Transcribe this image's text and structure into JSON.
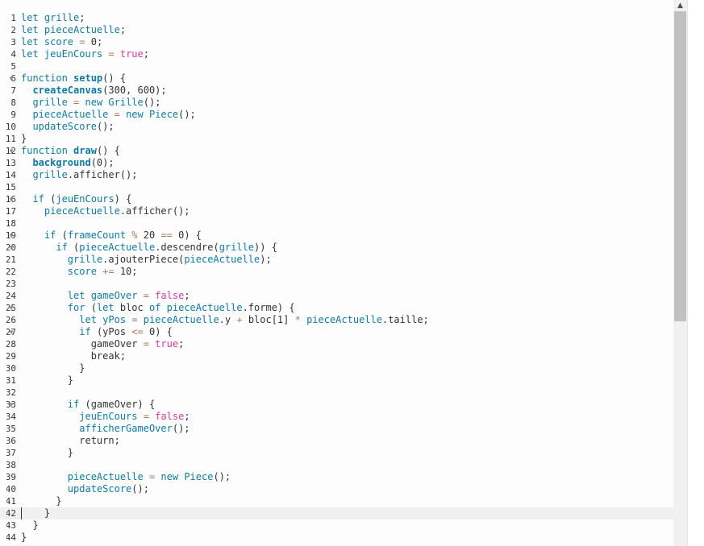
{
  "editor": {
    "lines": [
      {
        "n": "1",
        "fold": false,
        "tokens": [
          [
            "kw",
            "let "
          ],
          [
            "vr",
            "grille"
          ],
          [
            "pl",
            ";"
          ]
        ]
      },
      {
        "n": "2",
        "fold": false,
        "tokens": [
          [
            "kw",
            "let "
          ],
          [
            "vr",
            "pieceActuelle"
          ],
          [
            "pl",
            ";"
          ]
        ]
      },
      {
        "n": "3",
        "fold": false,
        "tokens": [
          [
            "kw",
            "let "
          ],
          [
            "vr",
            "score"
          ],
          [
            "op",
            " = "
          ],
          [
            "nm",
            "0"
          ],
          [
            "pl",
            ";"
          ]
        ]
      },
      {
        "n": "4",
        "fold": false,
        "tokens": [
          [
            "kw",
            "let "
          ],
          [
            "vr",
            "jeuEnCours"
          ],
          [
            "op",
            " = "
          ],
          [
            "bool",
            "true"
          ],
          [
            "pl",
            ";"
          ]
        ]
      },
      {
        "n": "5",
        "fold": false,
        "tokens": []
      },
      {
        "n": "6",
        "fold": true,
        "tokens": [
          [
            "kw",
            "function "
          ],
          [
            "fn",
            "setup"
          ],
          [
            "pl",
            "() {"
          ]
        ]
      },
      {
        "n": "7",
        "fold": false,
        "tokens": [
          [
            "pl",
            "  "
          ],
          [
            "fn",
            "createCanvas"
          ],
          [
            "pl",
            "(300, 600);"
          ]
        ]
      },
      {
        "n": "8",
        "fold": false,
        "tokens": [
          [
            "pl",
            "  "
          ],
          [
            "vr",
            "grille"
          ],
          [
            "op",
            " = "
          ],
          [
            "kw",
            "new "
          ],
          [
            "vr",
            "Grille"
          ],
          [
            "pl",
            "();"
          ]
        ]
      },
      {
        "n": "9",
        "fold": false,
        "tokens": [
          [
            "pl",
            "  "
          ],
          [
            "vr",
            "pieceActuelle"
          ],
          [
            "op",
            " = "
          ],
          [
            "kw",
            "new "
          ],
          [
            "vr",
            "Piece"
          ],
          [
            "pl",
            "();"
          ]
        ]
      },
      {
        "n": "10",
        "fold": false,
        "tokens": [
          [
            "pl",
            "  "
          ],
          [
            "vr",
            "updateScore"
          ],
          [
            "pl",
            "();"
          ]
        ]
      },
      {
        "n": "11",
        "fold": false,
        "tokens": [
          [
            "pl",
            "}"
          ]
        ]
      },
      {
        "n": "12",
        "fold": true,
        "tokens": [
          [
            "kw",
            "function "
          ],
          [
            "fn",
            "draw"
          ],
          [
            "pl",
            "() {"
          ]
        ]
      },
      {
        "n": "13",
        "fold": false,
        "tokens": [
          [
            "pl",
            "  "
          ],
          [
            "fn",
            "background"
          ],
          [
            "pl",
            "(0);"
          ]
        ]
      },
      {
        "n": "14",
        "fold": false,
        "tokens": [
          [
            "pl",
            "  "
          ],
          [
            "vr",
            "grille"
          ],
          [
            "pl",
            ".afficher();"
          ]
        ]
      },
      {
        "n": "15",
        "fold": false,
        "tokens": []
      },
      {
        "n": "16",
        "fold": true,
        "tokens": [
          [
            "pl",
            "  "
          ],
          [
            "kw",
            "if "
          ],
          [
            "pl",
            "("
          ],
          [
            "vr",
            "jeuEnCours"
          ],
          [
            "pl",
            ") {"
          ]
        ]
      },
      {
        "n": "17",
        "fold": false,
        "tokens": [
          [
            "pl",
            "    "
          ],
          [
            "vr",
            "pieceActuelle"
          ],
          [
            "pl",
            ".afficher();"
          ]
        ]
      },
      {
        "n": "18",
        "fold": false,
        "tokens": []
      },
      {
        "n": "19",
        "fold": true,
        "tokens": [
          [
            "pl",
            "    "
          ],
          [
            "kw",
            "if "
          ],
          [
            "pl",
            "("
          ],
          [
            "vr",
            "frameCount"
          ],
          [
            "op",
            " % "
          ],
          [
            "nm",
            "20"
          ],
          [
            "op",
            " == "
          ],
          [
            "nm",
            "0"
          ],
          [
            "pl",
            ") {"
          ]
        ]
      },
      {
        "n": "20",
        "fold": true,
        "tokens": [
          [
            "pl",
            "      "
          ],
          [
            "kw",
            "if "
          ],
          [
            "pl",
            "("
          ],
          [
            "vr",
            "pieceActuelle"
          ],
          [
            "pl",
            ".descendre("
          ],
          [
            "vr",
            "grille"
          ],
          [
            "pl",
            ")) {"
          ]
        ]
      },
      {
        "n": "21",
        "fold": false,
        "tokens": [
          [
            "pl",
            "        "
          ],
          [
            "vr",
            "grille"
          ],
          [
            "pl",
            ".ajouterPiece("
          ],
          [
            "vr",
            "pieceActuelle"
          ],
          [
            "pl",
            ");"
          ]
        ]
      },
      {
        "n": "22",
        "fold": false,
        "tokens": [
          [
            "pl",
            "        "
          ],
          [
            "vr",
            "score"
          ],
          [
            "op",
            " += "
          ],
          [
            "nm",
            "10"
          ],
          [
            "pl",
            ";"
          ]
        ]
      },
      {
        "n": "23",
        "fold": false,
        "tokens": []
      },
      {
        "n": "24",
        "fold": false,
        "tokens": [
          [
            "pl",
            "        "
          ],
          [
            "kw",
            "let "
          ],
          [
            "vr",
            "gameOver"
          ],
          [
            "op",
            " = "
          ],
          [
            "bool",
            "false"
          ],
          [
            "pl",
            ";"
          ]
        ]
      },
      {
        "n": "25",
        "fold": true,
        "tokens": [
          [
            "pl",
            "        "
          ],
          [
            "kw",
            "for "
          ],
          [
            "pl",
            "("
          ],
          [
            "kw",
            "let "
          ],
          [
            "pl",
            "bloc "
          ],
          [
            "kw",
            "of "
          ],
          [
            "vr",
            "pieceActuelle"
          ],
          [
            "pl",
            ".forme) {"
          ]
        ]
      },
      {
        "n": "26",
        "fold": false,
        "tokens": [
          [
            "pl",
            "          "
          ],
          [
            "kw",
            "let "
          ],
          [
            "vr",
            "yPos"
          ],
          [
            "op",
            " = "
          ],
          [
            "vr",
            "pieceActuelle"
          ],
          [
            "pl",
            ".y "
          ],
          [
            "op",
            "+ "
          ],
          [
            "pl",
            "bloc[1] "
          ],
          [
            "op",
            "* "
          ],
          [
            "vr",
            "pieceActuelle"
          ],
          [
            "pl",
            ".taille;"
          ]
        ]
      },
      {
        "n": "27",
        "fold": true,
        "tokens": [
          [
            "pl",
            "          "
          ],
          [
            "kw",
            "if "
          ],
          [
            "pl",
            "(yPos "
          ],
          [
            "op",
            "<= "
          ],
          [
            "nm",
            "0"
          ],
          [
            "pl",
            ") {"
          ]
        ]
      },
      {
        "n": "28",
        "fold": false,
        "tokens": [
          [
            "pl",
            "            gameOver "
          ],
          [
            "op",
            "= "
          ],
          [
            "bool",
            "true"
          ],
          [
            "pl",
            ";"
          ]
        ]
      },
      {
        "n": "29",
        "fold": false,
        "tokens": [
          [
            "pl",
            "            break;"
          ]
        ]
      },
      {
        "n": "30",
        "fold": false,
        "tokens": [
          [
            "pl",
            "          }"
          ]
        ]
      },
      {
        "n": "31",
        "fold": false,
        "tokens": [
          [
            "pl",
            "        }"
          ]
        ]
      },
      {
        "n": "32",
        "fold": false,
        "tokens": []
      },
      {
        "n": "33",
        "fold": true,
        "tokens": [
          [
            "pl",
            "        "
          ],
          [
            "kw",
            "if "
          ],
          [
            "pl",
            "(gameOver) {"
          ]
        ]
      },
      {
        "n": "34",
        "fold": false,
        "tokens": [
          [
            "pl",
            "          "
          ],
          [
            "vr",
            "jeuEnCours"
          ],
          [
            "op",
            " = "
          ],
          [
            "bool",
            "false"
          ],
          [
            "pl",
            ";"
          ]
        ]
      },
      {
        "n": "35",
        "fold": false,
        "tokens": [
          [
            "pl",
            "          "
          ],
          [
            "vr",
            "afficherGameOver"
          ],
          [
            "pl",
            "();"
          ]
        ]
      },
      {
        "n": "36",
        "fold": false,
        "tokens": [
          [
            "pl",
            "          return;"
          ]
        ]
      },
      {
        "n": "37",
        "fold": false,
        "tokens": [
          [
            "pl",
            "        }"
          ]
        ]
      },
      {
        "n": "38",
        "fold": false,
        "tokens": []
      },
      {
        "n": "39",
        "fold": false,
        "tokens": [
          [
            "pl",
            "        "
          ],
          [
            "vr",
            "pieceActuelle"
          ],
          [
            "op",
            " = "
          ],
          [
            "kw",
            "new "
          ],
          [
            "vr",
            "Piece"
          ],
          [
            "pl",
            "();"
          ]
        ]
      },
      {
        "n": "40",
        "fold": false,
        "tokens": [
          [
            "pl",
            "        "
          ],
          [
            "vr",
            "updateScore"
          ],
          [
            "pl",
            "();"
          ]
        ]
      },
      {
        "n": "41",
        "fold": false,
        "tokens": [
          [
            "pl",
            "      }"
          ]
        ]
      },
      {
        "n": "42",
        "fold": false,
        "active": true,
        "tokens": [
          [
            "pl",
            "    }"
          ]
        ]
      },
      {
        "n": "43",
        "fold": false,
        "tokens": [
          [
            "pl",
            "  }"
          ]
        ]
      },
      {
        "n": "44",
        "fold": false,
        "tokens": [
          [
            "pl",
            "}"
          ]
        ]
      }
    ],
    "fold_glyph": "▼",
    "scroll_up_glyph": "▲"
  }
}
